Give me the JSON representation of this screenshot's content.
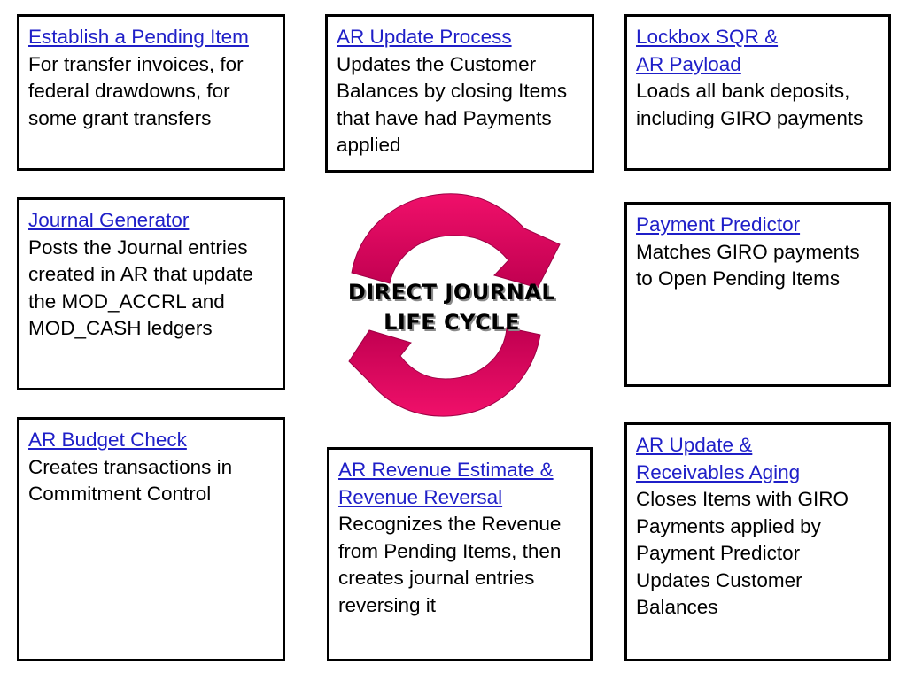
{
  "colors": {
    "title_link": "#1f1fc8",
    "arrow": "#ee1166",
    "arrow_dark": "#a80040",
    "border": "#000000"
  },
  "center": {
    "line1": "DIRECT JOURNAL",
    "line2": "LIFE CYCLE",
    "icon": "circular-arrows-icon"
  },
  "boxes": {
    "establish_pending_item": {
      "title": "Establish a Pending Item",
      "description": "For transfer invoices, for federal drawdowns, for some grant transfers"
    },
    "ar_update_process": {
      "title": "AR Update Process",
      "description": "Updates the Customer Balances by closing Items that have had Payments applied"
    },
    "lockbox_sqr": {
      "title_line1": "Lockbox SQR &",
      "title_line2": "AR Payload",
      "description": "Loads all bank deposits, including GIRO payments"
    },
    "journal_generator": {
      "title": "Journal Generator",
      "description": "Posts the Journal entries created in AR that update the MOD_ACCRL and MOD_CASH ledgers"
    },
    "payment_predictor": {
      "title": "Payment Predictor",
      "description": "Matches GIRO payments to Open Pending Items"
    },
    "ar_budget_check": {
      "title": "AR Budget Check",
      "description": "Creates transactions in Commitment Control"
    },
    "ar_revenue_estimate": {
      "title": "AR Revenue Estimate & Revenue Reversal",
      "description": "Recognizes the Revenue from Pending Items, then creates journal entries reversing it"
    },
    "ar_update_aging": {
      "title_line1": "AR Update &",
      "title_line2": "Receivables Aging",
      "desc_line1": "Closes Items with GIRO Payments applied by Payment Predictor",
      "desc_line2": "Updates Customer Balances"
    }
  }
}
